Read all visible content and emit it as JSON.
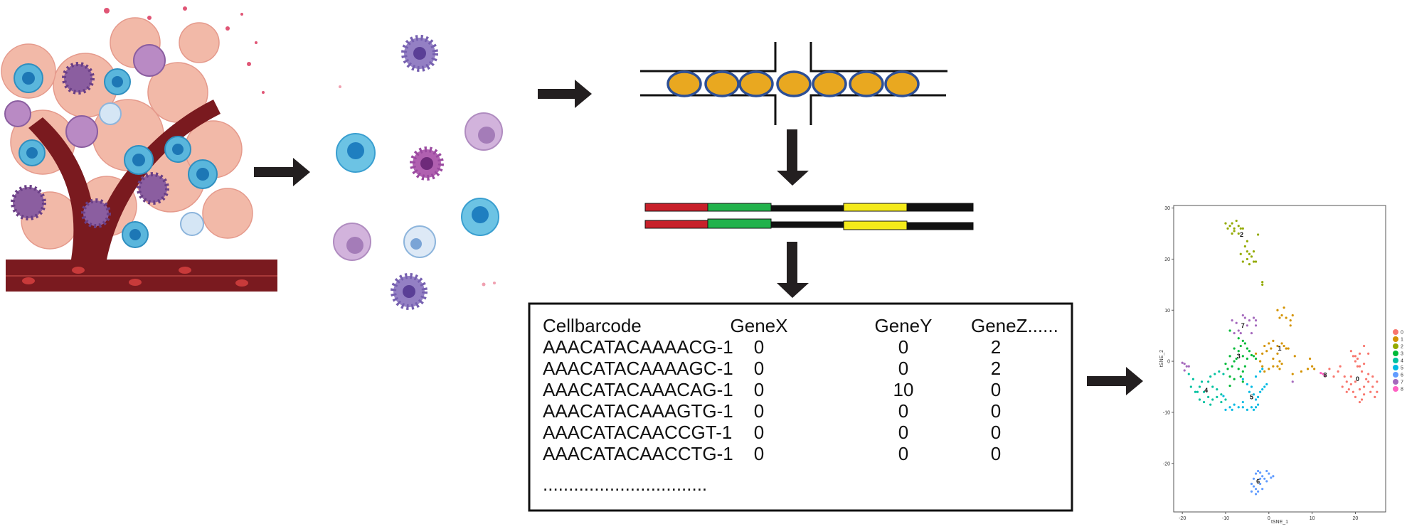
{
  "table": {
    "headers": [
      "Cellbarcode",
      "GeneX",
      "GeneY",
      "GeneZ......"
    ],
    "rows": [
      [
        "AAACATACAAAACG-1",
        "0",
        "0",
        "2"
      ],
      [
        "AAACATACAAAAGC-1",
        "0",
        "0",
        "2"
      ],
      [
        "AAACATACAAACAG-1",
        "0",
        "10",
        "0"
      ],
      [
        "AAACATACAAAGTG-1",
        "0",
        "0",
        "0"
      ],
      [
        "AAACATACAACCGT-1",
        "0",
        "0",
        "0"
      ],
      [
        "AAACATACAACCTG-1",
        "0",
        "0",
        "0"
      ]
    ],
    "ellipsis": "................................"
  },
  "colors": {
    "vessel": "#7a1a1f",
    "droplet_fill": "#e9a820",
    "droplet_ring": "#2d4f95",
    "barcode_red": "#c8202a",
    "barcode_green": "#22b24c",
    "barcode_yellow": "#f4ea1a"
  },
  "chart_data": {
    "type": "scatter",
    "xlabel": "tSNE_1",
    "ylabel": "tSNE_2",
    "xlim": [
      -22,
      27
    ],
    "ylim": [
      -29.5,
      30.5
    ],
    "xticks": [
      -20,
      -10,
      0,
      10,
      20
    ],
    "yticks": [
      -20,
      -10,
      0,
      10,
      20,
      30
    ],
    "grid": false,
    "legend_position": "right",
    "legend": [
      "0",
      "1",
      "2",
      "3",
      "4",
      "5",
      "6",
      "7",
      "8"
    ],
    "series": [
      {
        "name": "0",
        "color": "#F8766D",
        "label_at": [
          20.5,
          -3.5
        ],
        "points": [
          [
            19,
            2
          ],
          [
            19.5,
            1
          ],
          [
            20,
            0
          ],
          [
            21,
            1.5
          ],
          [
            22,
            3
          ],
          [
            23,
            1.5
          ],
          [
            20.5,
            -1
          ],
          [
            21.5,
            -2
          ],
          [
            22,
            -0.5
          ],
          [
            19,
            -3
          ],
          [
            18,
            -4
          ],
          [
            17,
            -5
          ],
          [
            16,
            -2
          ],
          [
            15,
            -3
          ],
          [
            14,
            -1.5
          ],
          [
            18.5,
            -5.5
          ],
          [
            19.5,
            -6
          ],
          [
            20,
            -7
          ],
          [
            21,
            -8
          ],
          [
            21.5,
            -7.5
          ],
          [
            22,
            -5
          ],
          [
            23,
            -4
          ],
          [
            24,
            -5
          ],
          [
            25,
            -4
          ],
          [
            25,
            -6
          ],
          [
            24.5,
            -7
          ],
          [
            23.5,
            -6
          ],
          [
            22.5,
            -3.5
          ],
          [
            20,
            -4
          ],
          [
            21,
            -5.5
          ],
          [
            19,
            -4.5
          ],
          [
            17.5,
            -3
          ],
          [
            16.5,
            -1
          ],
          [
            20,
            1
          ],
          [
            21,
            -1
          ],
          [
            23,
            -2.5
          ],
          [
            24,
            -3
          ],
          [
            22,
            -6.5
          ],
          [
            18,
            -6
          ],
          [
            20.5,
            0.5
          ]
        ]
      },
      {
        "name": "1",
        "color": "#D39200",
        "label_at": [
          2.5,
          2.5
        ],
        "points": [
          [
            -1,
            3
          ],
          [
            0,
            3.5
          ],
          [
            1,
            4
          ],
          [
            2,
            3
          ],
          [
            3,
            3.5
          ],
          [
            4,
            2.5
          ],
          [
            4.5,
            2.5
          ],
          [
            3.5,
            3
          ],
          [
            0.5,
            2.5
          ],
          [
            -0.5,
            2
          ],
          [
            -1.5,
            1.5
          ],
          [
            -2,
            0
          ],
          [
            -1.5,
            -1
          ],
          [
            -1,
            -2
          ],
          [
            0,
            -1.5
          ],
          [
            1,
            -1
          ],
          [
            2,
            -1
          ],
          [
            2.5,
            0
          ],
          [
            2,
            1.5
          ],
          [
            2.5,
            -1.5
          ],
          [
            3,
            -0.5
          ],
          [
            1,
            0.5
          ],
          [
            2,
            10
          ],
          [
            3.5,
            10.5
          ],
          [
            3,
            9
          ],
          [
            4,
            8.5
          ],
          [
            5,
            8
          ],
          [
            5.5,
            9
          ],
          [
            5,
            7
          ],
          [
            2.5,
            8.5
          ],
          [
            6,
            1
          ],
          [
            5.5,
            -2.5
          ],
          [
            7.5,
            -2
          ],
          [
            9,
            -1.5
          ],
          [
            9.5,
            0.5
          ],
          [
            10,
            -1
          ],
          [
            10.5,
            -1.5
          ],
          [
            -3,
            1.5
          ]
        ]
      },
      {
        "name": "2",
        "color": "#93AA00",
        "label_at": [
          -6.3,
          24.8
        ],
        "points": [
          [
            -10,
            27
          ],
          [
            -9,
            26.5
          ],
          [
            -8.5,
            27
          ],
          [
            -8,
            26
          ],
          [
            -7.5,
            27.5
          ],
          [
            -7,
            26.5
          ],
          [
            -6.5,
            26
          ],
          [
            -9.5,
            26
          ],
          [
            -8,
            25.5
          ],
          [
            -7,
            25
          ],
          [
            -6,
            26
          ],
          [
            -8.5,
            25
          ],
          [
            -2.5,
            24.8
          ],
          [
            -5,
            23.5
          ],
          [
            -5.5,
            22.5
          ],
          [
            -5,
            21.5
          ],
          [
            -4.5,
            21
          ],
          [
            -4,
            20.5
          ],
          [
            -3.5,
            21.5
          ],
          [
            -3.5,
            19.5
          ],
          [
            -4.5,
            19
          ],
          [
            -5,
            20
          ],
          [
            -6.5,
            21
          ],
          [
            -6,
            19.5
          ],
          [
            -3,
            19.5
          ],
          [
            -1.5,
            15.5
          ],
          [
            -1.5,
            15
          ]
        ]
      },
      {
        "name": "3",
        "color": "#00BA38",
        "label_at": [
          -7,
          1
        ],
        "points": [
          [
            -9,
            6
          ],
          [
            -7,
            4.5
          ],
          [
            -6,
            4
          ],
          [
            -5.5,
            3.5
          ],
          [
            -8,
            2.5
          ],
          [
            -7,
            2
          ],
          [
            -6.5,
            3
          ],
          [
            -5,
            2.5
          ],
          [
            -4.5,
            2
          ],
          [
            -9,
            1
          ],
          [
            -8,
            0
          ],
          [
            -7.5,
            0.5
          ],
          [
            -6,
            1
          ],
          [
            -5,
            0.5
          ],
          [
            -3.5,
            1
          ],
          [
            -3,
            0.5
          ],
          [
            -10,
            -0.5
          ],
          [
            -9.5,
            -1.5
          ],
          [
            -8.5,
            -1
          ],
          [
            -7,
            -1.5
          ],
          [
            -6,
            -2
          ],
          [
            -5.5,
            -1
          ],
          [
            -9,
            -3
          ],
          [
            -8,
            -3.5
          ],
          [
            -6.5,
            -3
          ],
          [
            -6,
            -4
          ],
          [
            -9,
            -4.8
          ],
          [
            -4,
            1.2
          ]
        ]
      },
      {
        "name": "4",
        "color": "#00C19F",
        "label_at": [
          -14.5,
          -5.7
        ],
        "points": [
          [
            -18.5,
            -2.5
          ],
          [
            -17.5,
            -3.5
          ],
          [
            -18,
            -5
          ],
          [
            -17,
            -6
          ],
          [
            -16,
            -5
          ],
          [
            -15.5,
            -4
          ],
          [
            -15,
            -6
          ],
          [
            -16,
            -7.5
          ],
          [
            -14,
            -7
          ],
          [
            -13,
            -7.5
          ],
          [
            -12,
            -7
          ],
          [
            -11,
            -6.5
          ],
          [
            -13,
            -5
          ],
          [
            -12,
            -5.5
          ],
          [
            -13.5,
            -3
          ],
          [
            -12.5,
            -2.5
          ],
          [
            -11.5,
            -2
          ],
          [
            -10.5,
            -2.5
          ],
          [
            -14,
            -4
          ],
          [
            -15,
            -8
          ],
          [
            -13.5,
            -8.5
          ],
          [
            -11,
            -8
          ],
          [
            -10,
            -7.5
          ],
          [
            -16.5,
            -6
          ]
        ]
      },
      {
        "name": "5",
        "color": "#00B9E3",
        "label_at": [
          -4,
          -7
        ],
        "points": [
          [
            -10,
            -9.5
          ],
          [
            -9,
            -9
          ],
          [
            -8.5,
            -9.5
          ],
          [
            -8,
            -8.5
          ],
          [
            -7,
            -9
          ],
          [
            -6,
            -9
          ],
          [
            -5,
            -9.5
          ],
          [
            -4,
            -9
          ],
          [
            -3.5,
            -9.5
          ],
          [
            -3,
            -9
          ],
          [
            -2.5,
            -8.5
          ],
          [
            -3,
            -7.5
          ],
          [
            -2.5,
            -7
          ],
          [
            -2,
            -6
          ],
          [
            -1.5,
            -5.5
          ],
          [
            -1,
            -5
          ],
          [
            -0.5,
            -4.5
          ],
          [
            -4.5,
            -6
          ],
          [
            -3.5,
            -6.5
          ],
          [
            -5,
            -4.5
          ],
          [
            -4,
            -5
          ],
          [
            -6,
            -3.5
          ],
          [
            -3,
            -3
          ],
          [
            -2,
            -2
          ],
          [
            -1.5,
            -1.5
          ],
          [
            -10.5,
            -6.8
          ],
          [
            -6,
            -8
          ]
        ]
      },
      {
        "name": "6",
        "color": "#619CFF",
        "label_at": [
          -2.5,
          -23.5
        ],
        "points": [
          [
            -3.5,
            -23
          ],
          [
            -3,
            -22
          ],
          [
            -2.5,
            -21.5
          ],
          [
            -2,
            -21.8
          ],
          [
            -1.5,
            -22.5
          ],
          [
            -1,
            -23
          ],
          [
            -0.5,
            -23.5
          ],
          [
            0,
            -22
          ],
          [
            -0.5,
            -21.5
          ],
          [
            -4,
            -24
          ],
          [
            -3.5,
            -24.5
          ],
          [
            -3,
            -25
          ],
          [
            -2.5,
            -25.5
          ],
          [
            -2,
            -24
          ],
          [
            -3,
            -26
          ],
          [
            -1.5,
            -25
          ],
          [
            -4,
            -25.5
          ],
          [
            1,
            -22.5
          ],
          [
            0.5,
            -22.8
          ],
          [
            -2,
            -23
          ]
        ]
      },
      {
        "name": "7",
        "color": "#A569BD",
        "label_at": [
          -6,
          7
        ],
        "points": [
          [
            -8.5,
            8
          ],
          [
            -7.5,
            7.5
          ],
          [
            -6,
            9
          ],
          [
            -5.5,
            8.5
          ],
          [
            -4.5,
            8
          ],
          [
            -3.5,
            8.5
          ],
          [
            -3,
            8
          ],
          [
            -3,
            7
          ],
          [
            -5,
            7
          ],
          [
            -7,
            6
          ],
          [
            -8,
            5.5
          ],
          [
            -4,
            5.5
          ],
          [
            -6.5,
            5.5
          ],
          [
            -20,
            -0.3
          ],
          [
            -19.5,
            -0.5
          ],
          [
            -19,
            -1
          ],
          [
            -18.5,
            -1
          ],
          [
            -19.5,
            -1.8
          ],
          [
            5.5,
            -4
          ]
        ]
      },
      {
        "name": "8",
        "color": "#FF61C3",
        "label_at": [
          13,
          -2.7
        ],
        "points": [
          [
            12,
            -2.3
          ],
          [
            12.5,
            -2.5
          ],
          [
            13,
            -2.8
          ]
        ]
      }
    ]
  }
}
